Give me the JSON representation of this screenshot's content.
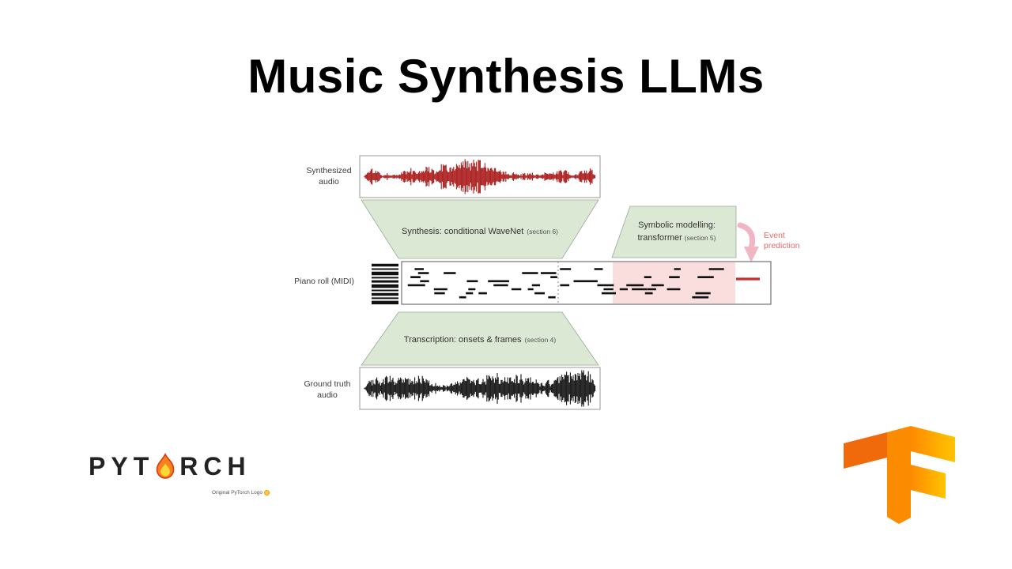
{
  "title": "Music Synthesis LLMs",
  "diagram": {
    "synthesized_audio_line1": "Synthesized",
    "synthesized_audio_line2": "audio",
    "synthesis_label": "Synthesis: conditional WaveNet",
    "synthesis_section": "(section 6)",
    "symbolic_line1": "Symbolic modelling:",
    "symbolic_line2": "transformer",
    "symbolic_section": "(section 5)",
    "event_line1": "Event",
    "event_line2": "prediction",
    "piano_roll_label": "Piano roll (MIDI)",
    "transcription_label": "Transcription: onsets & frames",
    "transcription_section": "(section 4)",
    "ground_truth_line1": "Ground truth",
    "ground_truth_line2": "audio",
    "colors": {
      "green_box": "#dbe8d3",
      "pink_region": "#fadddd",
      "synthesized_wave": "#ab1d1d",
      "ground_truth_wave": "#151515",
      "event_text": "#e06a6a",
      "arrow_pink": "#f0b6c3",
      "predicted_note": "#c92a2a"
    }
  },
  "logos": {
    "pytorch_prefix": "PYT",
    "pytorch_suffix": "RCH",
    "pytorch_caption": "Original PyTorch Logo",
    "pytorch_flame_outer": "#f6821f",
    "pytorch_flame_inner": "#fdd835",
    "tensorflow_orange": "#fb8b00"
  }
}
